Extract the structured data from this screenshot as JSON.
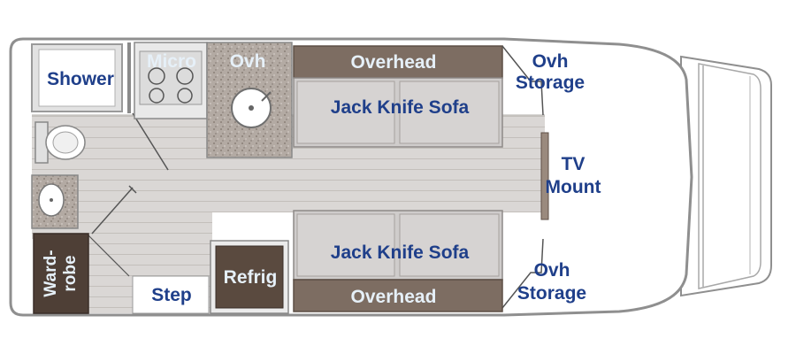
{
  "labels": {
    "shower": "Shower",
    "micro": "Micro",
    "ovh_galley": "Ovh",
    "overhead_top": "Overhead",
    "ovh_storage_top_1": "Ovh",
    "ovh_storage_top_2": "Storage",
    "sofa_top": "Jack Knife Sofa",
    "tv_1": "TV",
    "tv_2": "Mount",
    "sofa_bottom": "Jack Knife Sofa",
    "ovh_storage_bottom_1": "Ovh",
    "ovh_storage_bottom_2": "Storage",
    "refrig": "Refrig",
    "step": "Step",
    "overhead_bottom": "Overhead",
    "wardrobe_1": "Ward-",
    "wardrobe_2": "robe"
  },
  "colors": {
    "label_blue": "#1f3f8a",
    "label_light": "#e6f0f8",
    "floor": "#d9d6d4",
    "floor_line": "#bfbbb8",
    "overhead_brown": "#7d6d62",
    "dark_brown": "#4e3f36",
    "sofa_cushion": "#cfcccb",
    "counter": "#a49a92",
    "wall": "#8f8f8f"
  }
}
